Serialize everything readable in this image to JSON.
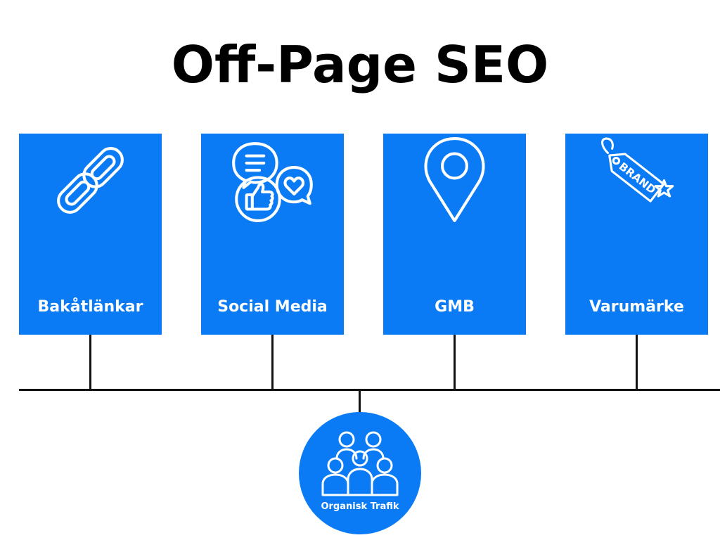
{
  "title": "Off-Page SEO",
  "colors": {
    "box": "#0a7bf5",
    "connector": "#111111",
    "text_on_box": "#ffffff",
    "title_text": "#000000"
  },
  "cards": [
    {
      "label": "Bakåtlänkar",
      "icon": "chain-link-icon"
    },
    {
      "label": "Social Media",
      "icon": "social-media-icon"
    },
    {
      "label": "GMB",
      "icon": "map-pin-icon"
    },
    {
      "label": "Varumärke",
      "icon": "brand-tag-icon",
      "icon_text": "BRAND"
    }
  ],
  "hub": {
    "label": "Organisk Trafik",
    "icon": "people-group-icon"
  }
}
